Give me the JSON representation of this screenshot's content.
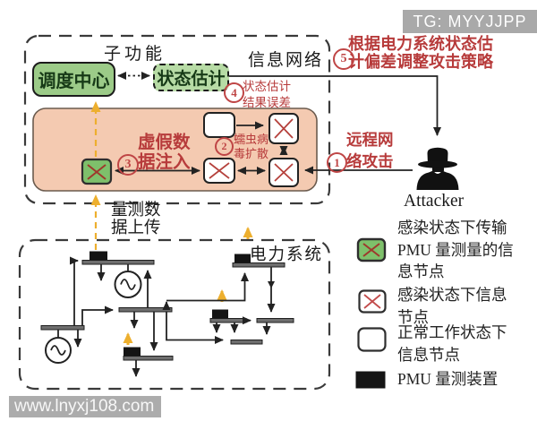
{
  "overlays": {
    "tg_badge": "TG: MYYJJPP",
    "watermark": "www.lnyxj108.com"
  },
  "info_network": {
    "title": "信息网络",
    "subfunction": "子功能",
    "dispatch_center": "调度中心",
    "state_estimation": "状态估计"
  },
  "attack_steps": {
    "step1": {
      "num": "1",
      "label": "远程网络攻击"
    },
    "step2": {
      "num": "2",
      "label": "蠕虫病毒扩散"
    },
    "step3": {
      "num": "3",
      "label": "虚假数据注入"
    },
    "step4": {
      "num": "4",
      "label": "状态估计结果误差"
    },
    "step5": {
      "num": "5",
      "label": "根据电力系统状态估计偏差调整攻击策略"
    }
  },
  "attacker": {
    "label": "Attacker"
  },
  "power_system": {
    "title": "电力系统",
    "upload_label": "量测数据上传"
  },
  "legend": {
    "items": [
      {
        "icon": "infected-pmu-transfer-node",
        "label": "感染状态下传输 PMU 量测量的信息节点"
      },
      {
        "icon": "infected-info-node",
        "label": "感染状态下信息节点"
      },
      {
        "icon": "normal-info-node",
        "label": "正常工作状态下信息节点"
      },
      {
        "icon": "pmu-device",
        "label": "PMU 量测装置"
      }
    ]
  },
  "colors": {
    "infected_green": "#7ec06b",
    "attack_region_orange": "#f4cab1",
    "annotation_red": "#b73b3b",
    "measurement_yellow": "#edaf2e",
    "node_x_red": "#b5413c"
  }
}
